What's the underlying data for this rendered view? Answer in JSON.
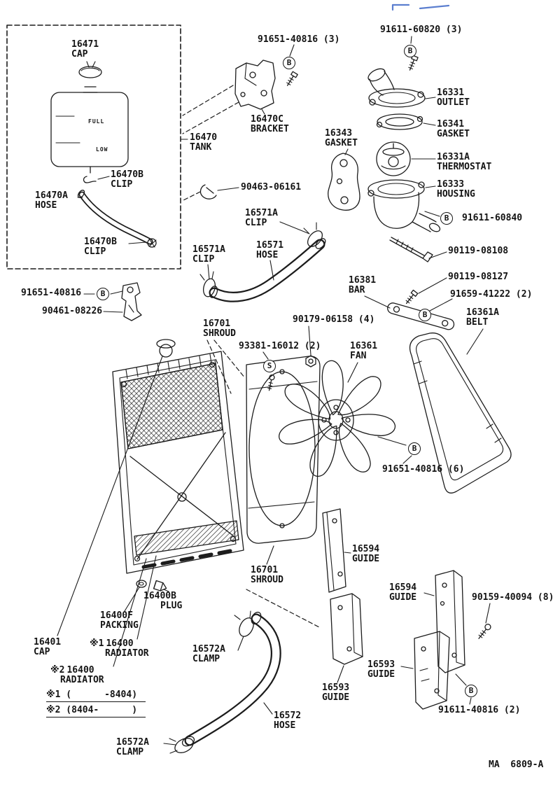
{
  "page": {
    "footer_code": "MA  6809-A"
  },
  "reservoir": {
    "full_mark": "FULL",
    "low_mark": "LOW"
  },
  "symbols": [
    {
      "letter": "B"
    },
    {
      "letter": "B"
    },
    {
      "letter": "B"
    },
    {
      "letter": "B"
    },
    {
      "letter": "S"
    },
    {
      "letter": "B"
    },
    {
      "letter": "B"
    },
    {
      "letter": "B"
    }
  ],
  "notes": [
    {
      "text": "※1 (      -8404)"
    },
    {
      "text": "※2 (8404-      )"
    }
  ],
  "labels": [
    {
      "num": "16471",
      "name": "CAP"
    },
    {
      "num": "91651-40816 (3)"
    },
    {
      "num": "91611-60820 (3)"
    },
    {
      "num": "16331",
      "name": "OUTLET"
    },
    {
      "num": "16470C",
      "name": "BRACKET"
    },
    {
      "num": "16470",
      "name": "TANK"
    },
    {
      "num": "16343",
      "name": "GASKET"
    },
    {
      "num": "16341",
      "name": "GASKET"
    },
    {
      "num": "16331A",
      "name": "THERMOSTAT"
    },
    {
      "num": "16470B",
      "name": "CLIP"
    },
    {
      "num": "16333",
      "name": "HOUSING"
    },
    {
      "num": "90463-06161"
    },
    {
      "num": "16470A",
      "name": "HOSE"
    },
    {
      "num": "91611-60840"
    },
    {
      "num": "16571A",
      "name": "CLIP"
    },
    {
      "num": "16470B",
      "name": "CLIP"
    },
    {
      "num": "16571A",
      "name": "CLIP"
    },
    {
      "num": "16571",
      "name": "HOSE"
    },
    {
      "num": "90119-08108"
    },
    {
      "num": "16381",
      "name": "BAR"
    },
    {
      "num": "90119-08127"
    },
    {
      "num": "91659-41222 (2)"
    },
    {
      "num": "91651-40816"
    },
    {
      "num": "90461-08226"
    },
    {
      "num": "16361A",
      "name": "BELT"
    },
    {
      "num": "16701",
      "name": "SHROUD"
    },
    {
      "num": "90179-06158 (4)"
    },
    {
      "num": "93381-16012 (2)"
    },
    {
      "num": "16361",
      "name": "FAN"
    },
    {
      "num": "91651-40816 (6)"
    },
    {
      "num": "16594",
      "name": "GUIDE"
    },
    {
      "num": "16701",
      "name": "SHROUD"
    },
    {
      "num": "16594",
      "name": "GUIDE"
    },
    {
      "num": "90159-40094 (8)"
    },
    {
      "num": "16400B",
      "name": "PLUG"
    },
    {
      "num": "16400F",
      "name": "PACKING"
    },
    {
      "num": "16401",
      "name": "CAP"
    },
    {
      "prefix": "※1",
      "num": "16400",
      "name": "RADIATOR"
    },
    {
      "num": "16572A",
      "name": "CLAMP"
    },
    {
      "num": "16593",
      "name": "GUIDE"
    },
    {
      "prefix": "※2",
      "num": "16400",
      "name": "RADIATOR"
    },
    {
      "num": "16593",
      "name": "GUIDE"
    },
    {
      "num": "16572",
      "name": "HOSE"
    },
    {
      "num": "91611-40816 (2)"
    },
    {
      "num": "16572A",
      "name": "CLAMP"
    }
  ]
}
